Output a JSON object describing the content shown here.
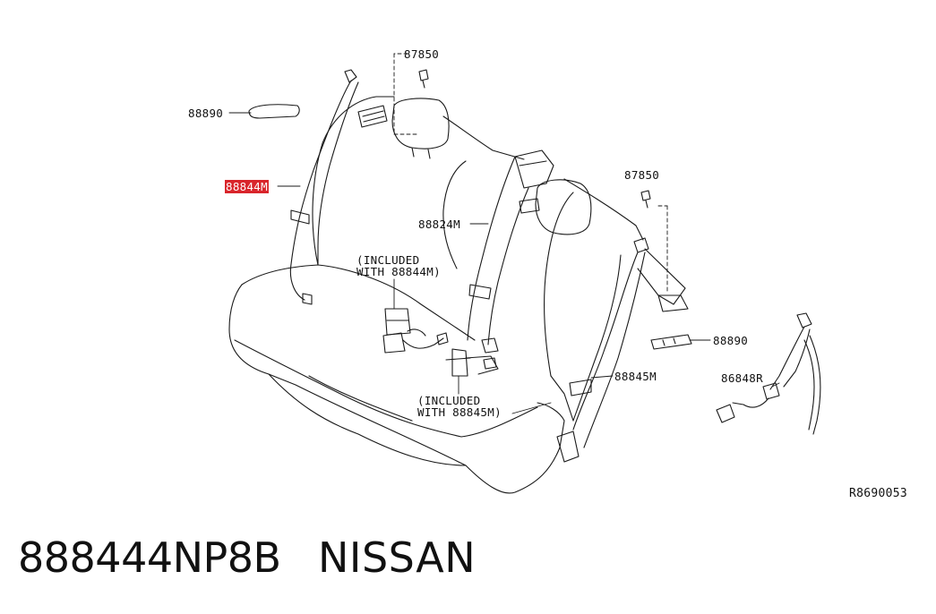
{
  "labels": {
    "bolt_upper": "87850",
    "garnish_left": "88890",
    "belt_left_highlighted": "88844M",
    "belt_center": "88824M",
    "included_left_line1": "(INCLUDED",
    "included_left_line2": "WITH 88844M)",
    "bolt_right": "87850",
    "garnish_right": "88890",
    "belt_right": "88845M",
    "child_anchor": "86848R",
    "included_right_line1": "(INCLUDED",
    "included_right_line2": "WITH 88845M)",
    "figure_code": "R8690053"
  },
  "caption": {
    "part_number": "888444NP8B",
    "brand": "NISSAN"
  },
  "colors": {
    "highlight": "#d9252b",
    "line": "#1a1a1a"
  }
}
